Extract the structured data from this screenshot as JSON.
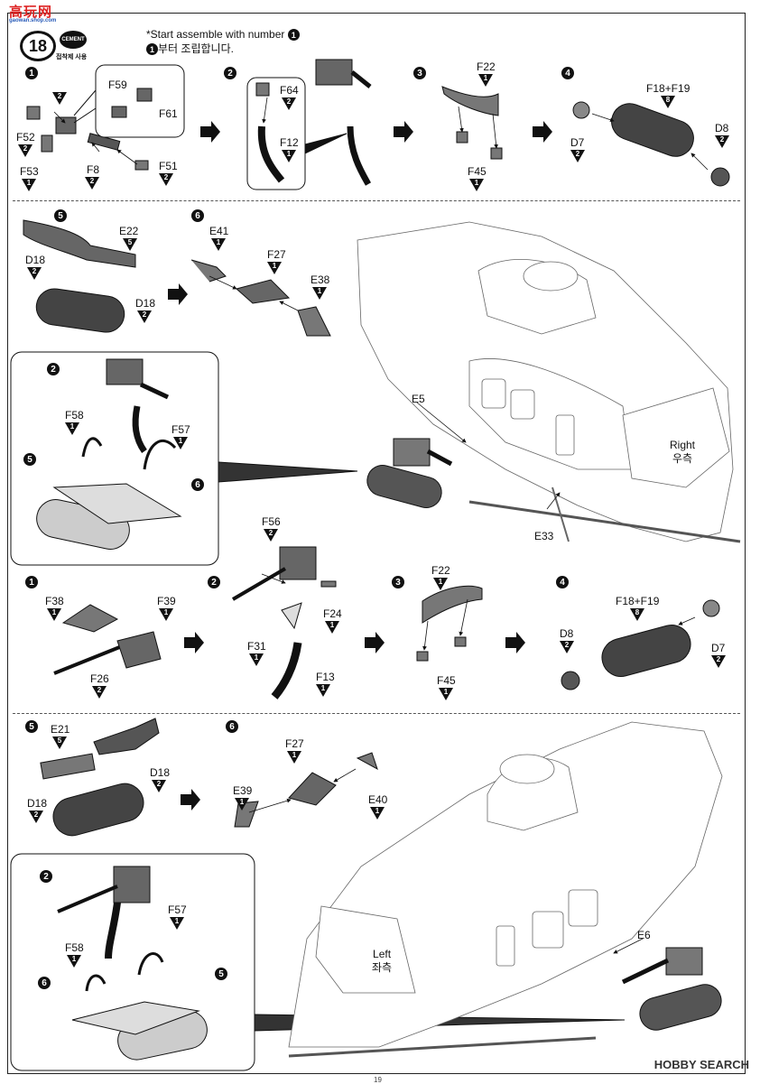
{
  "header": {
    "watermark": "高玩网",
    "watermark_sub": "gaowan.shop.com",
    "step_number": "18",
    "cement_label": "CEMENT",
    "cement_caption_kr": "접착제 사용",
    "note_en": "*Start assemble with number",
    "note_kr": "부터 조립합니다.",
    "note_num": "1"
  },
  "right_side": {
    "steps": [
      "1",
      "2",
      "3",
      "4",
      "5",
      "6"
    ],
    "step1": {
      "parts": [
        {
          "name": "F59",
          "qty": ""
        },
        {
          "name": "F61",
          "qty": ""
        },
        {
          "name": "F52",
          "qty": "2"
        },
        {
          "name": "F53",
          "qty": "1"
        },
        {
          "name": "F8",
          "qty": "2"
        },
        {
          "name": "F51",
          "qty": "2"
        }
      ],
      "tri_top": "2"
    },
    "step2": {
      "parts": [
        {
          "name": "F64",
          "qty": "2"
        },
        {
          "name": "F12",
          "qty": "1"
        }
      ]
    },
    "step3": {
      "parts": [
        {
          "name": "F22",
          "qty": "1"
        },
        {
          "name": "F45",
          "qty": "1"
        }
      ]
    },
    "step4": {
      "parts": [
        {
          "name": "F18+F19",
          "qty": "8"
        },
        {
          "name": "D7",
          "qty": "2"
        },
        {
          "name": "D8",
          "qty": "2"
        }
      ]
    },
    "step5": {
      "parts": [
        {
          "name": "E22",
          "qty": "5"
        },
        {
          "name": "D18",
          "qty": "2"
        },
        {
          "name": "D18",
          "qty": "2"
        }
      ]
    },
    "step6": {
      "parts": [
        {
          "name": "E41",
          "qty": "1"
        },
        {
          "name": "F27",
          "qty": "1"
        },
        {
          "name": "E38",
          "qty": "1"
        }
      ]
    },
    "sub": {
      "parts": [
        {
          "name": "F58",
          "qty": "1"
        },
        {
          "name": "F57",
          "qty": "1"
        }
      ],
      "refs": [
        "2",
        "5",
        "6"
      ]
    },
    "heli": {
      "labels": [
        "E5",
        "E33"
      ],
      "side_en": "Right",
      "side_kr": "우측"
    }
  },
  "left_side": {
    "step1": {
      "parts": [
        {
          "name": "F38",
          "qty": "1"
        },
        {
          "name": "F39",
          "qty": "1"
        },
        {
          "name": "F26",
          "qty": "2"
        }
      ]
    },
    "step2": {
      "parts": [
        {
          "name": "F56",
          "qty": "2"
        },
        {
          "name": "F24",
          "qty": "1"
        },
        {
          "name": "F31",
          "qty": "1"
        },
        {
          "name": "F13",
          "qty": "1"
        }
      ]
    },
    "step3": {
      "parts": [
        {
          "name": "F22",
          "qty": "1"
        },
        {
          "name": "F45",
          "qty": "1"
        }
      ]
    },
    "step4": {
      "parts": [
        {
          "name": "F18+F19",
          "qty": "8"
        },
        {
          "name": "D8",
          "qty": "2"
        },
        {
          "name": "D7",
          "qty": "2"
        }
      ]
    },
    "step5": {
      "parts": [
        {
          "name": "E21",
          "qty": "5"
        },
        {
          "name": "D18",
          "qty": "2"
        },
        {
          "name": "D18",
          "qty": "2"
        }
      ]
    },
    "step6": {
      "parts": [
        {
          "name": "F27",
          "qty": "1"
        },
        {
          "name": "E39",
          "qty": "1"
        },
        {
          "name": "E40",
          "qty": "1"
        }
      ]
    },
    "sub": {
      "parts": [
        {
          "name": "F57",
          "qty": "1"
        },
        {
          "name": "F58",
          "qty": "1"
        }
      ],
      "refs": [
        "2",
        "6",
        "5"
      ]
    },
    "heli": {
      "labels": [
        "E6"
      ],
      "side_en": "Left",
      "side_kr": "좌측"
    }
  },
  "footer": {
    "watermark": "HOBBY SEARCH",
    "page": "19"
  }
}
